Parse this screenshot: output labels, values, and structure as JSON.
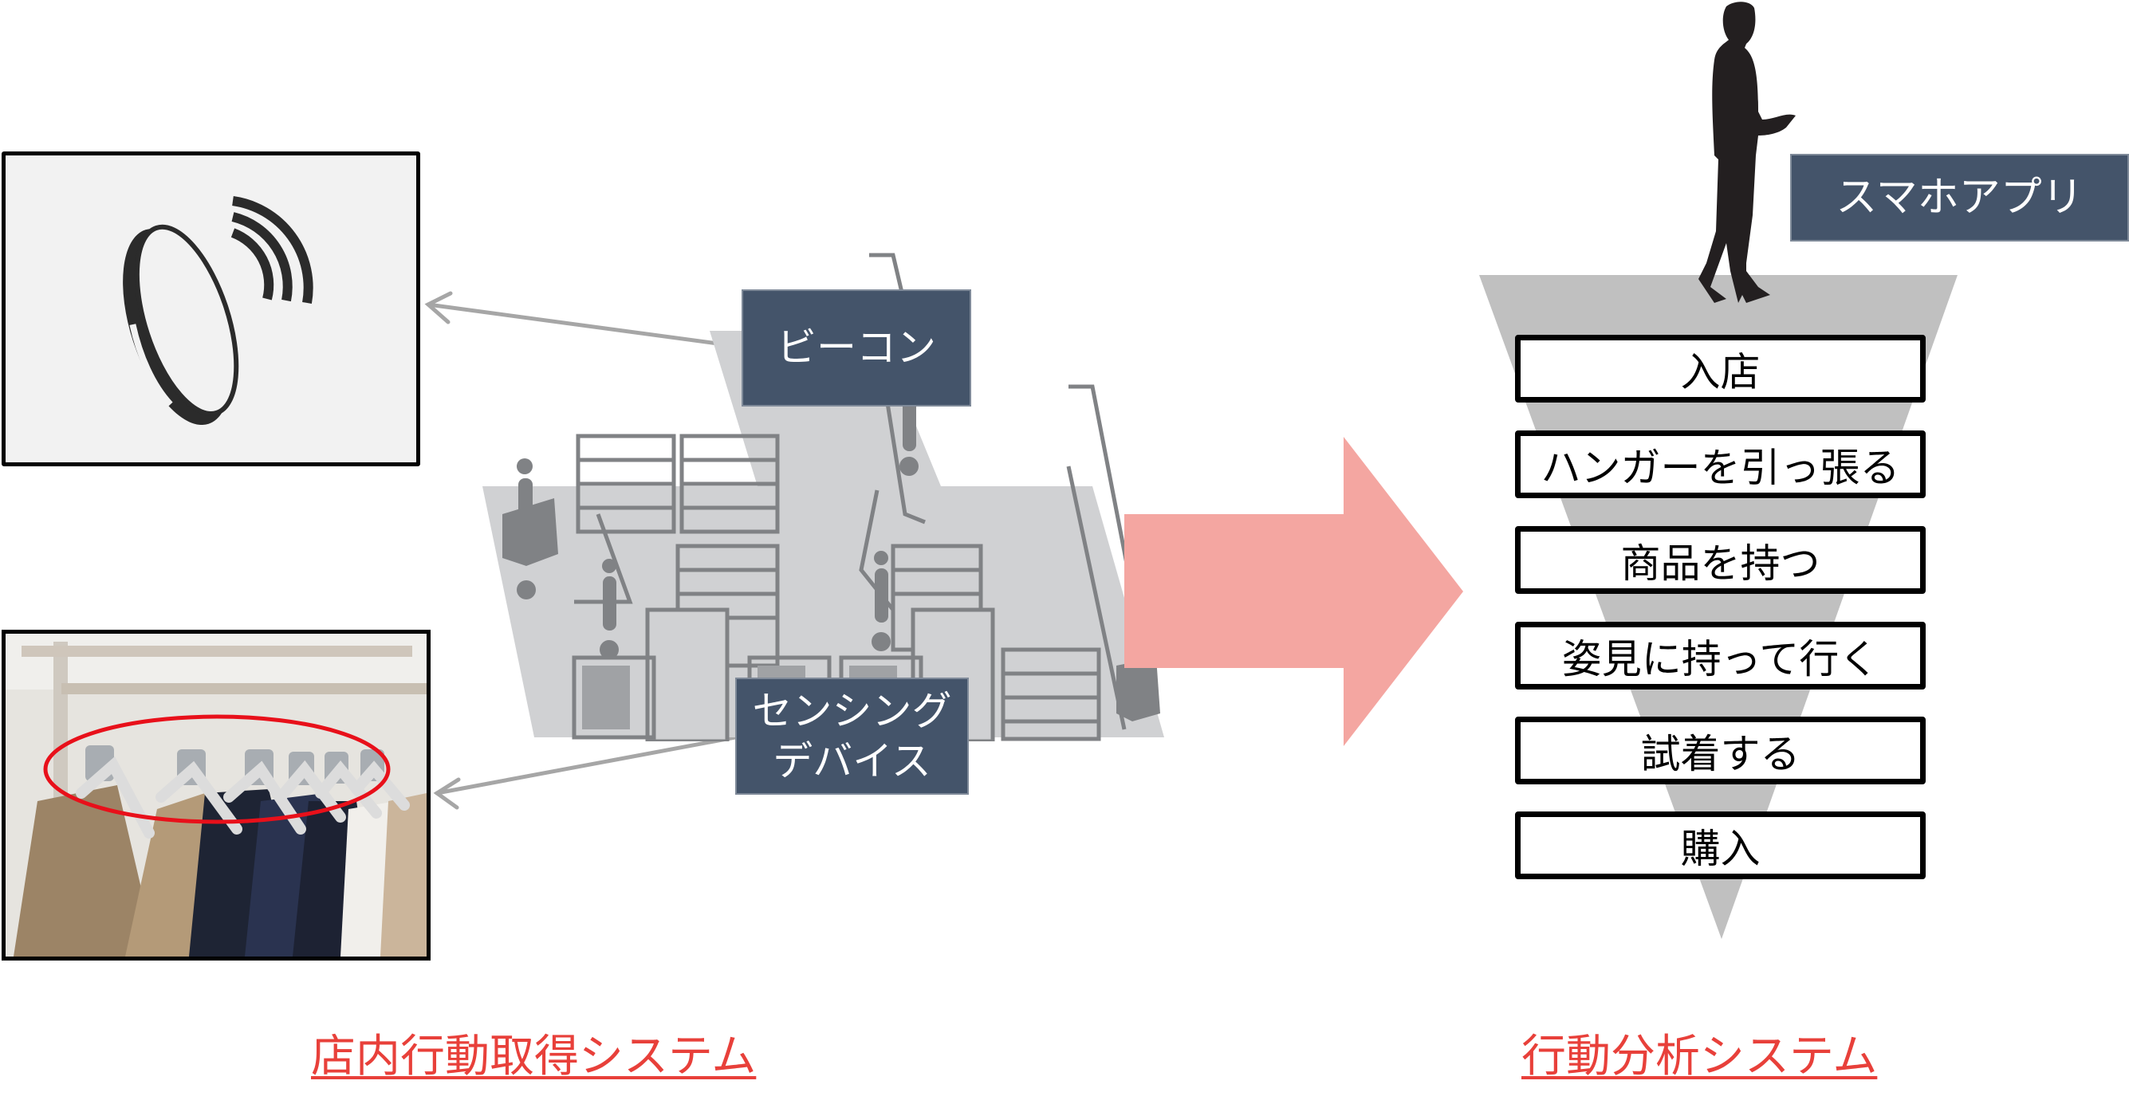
{
  "colors": {
    "navy": "#44546a",
    "accent_red": "#e8403a",
    "arrow_pink": "#f4a6a1",
    "funnel_gray": "#c0c0c0",
    "floor_gray": "#d0d1d3",
    "connector_gray": "#a6a6a6"
  },
  "left": {
    "beacon_label": "ビーコン",
    "sensing_label": "センシング\nデバイス",
    "sensing_label_line1": "センシング",
    "sensing_label_line2": "デバイス",
    "title": "店内行動取得システム",
    "icons": {
      "beacon": "beacon-signal-icon",
      "photo": "hanger-sensor-photo"
    }
  },
  "right": {
    "app_label": "スマホアプリ",
    "steps": [
      "入店",
      "ハンガーを引っ張る",
      "商品を持つ",
      "姿見に持って行く",
      "試着する",
      "購入"
    ],
    "title": "行動分析システム",
    "icons": {
      "person": "walking-person-icon"
    }
  }
}
